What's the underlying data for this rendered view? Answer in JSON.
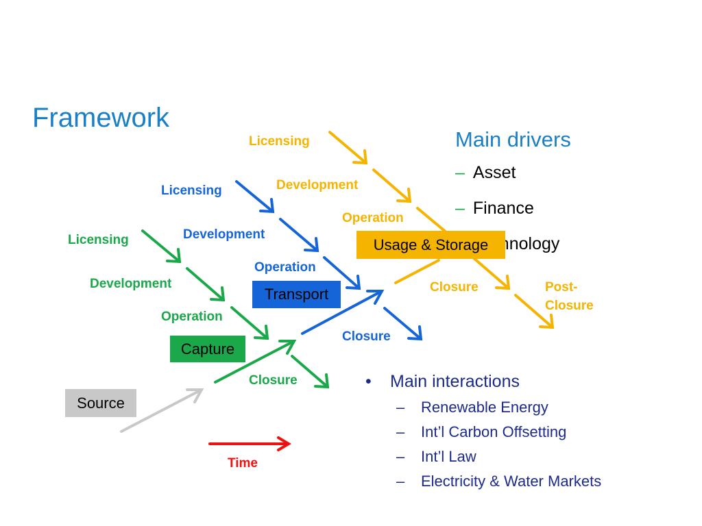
{
  "title": "Framework",
  "colors": {
    "capture": "#1aa84a",
    "transport": "#1565d8",
    "storage": "#f4b400",
    "source": "#c8c8c8",
    "time": "#ee1111",
    "title": "#1a7fc4"
  },
  "diagram": {
    "source_label": "Source",
    "capture": {
      "label": "Capture",
      "stages": [
        "Licensing",
        "Development",
        "Operation",
        "Closure"
      ]
    },
    "transport": {
      "label": "Transport",
      "stages": [
        "Licensing",
        "Development",
        "Operation",
        "Closure"
      ]
    },
    "storage": {
      "label": "Usage & Storage",
      "stages": [
        "Licensing",
        "Development",
        "Operation",
        "Closure"
      ],
      "post_closure_line1": "Post-",
      "post_closure_line2": "Closure"
    },
    "time_label": "Time"
  },
  "main_drivers": {
    "heading": "Main drivers",
    "dash": "–",
    "items": [
      "Asset",
      "Finance",
      "Technology"
    ]
  },
  "main_interactions": {
    "bullet": "•",
    "heading": "Main interactions",
    "dash": "–",
    "items": [
      "Renewable Energy",
      "Int’l Carbon Offsetting",
      "Int’l Law",
      "Electricity & Water Markets"
    ]
  }
}
